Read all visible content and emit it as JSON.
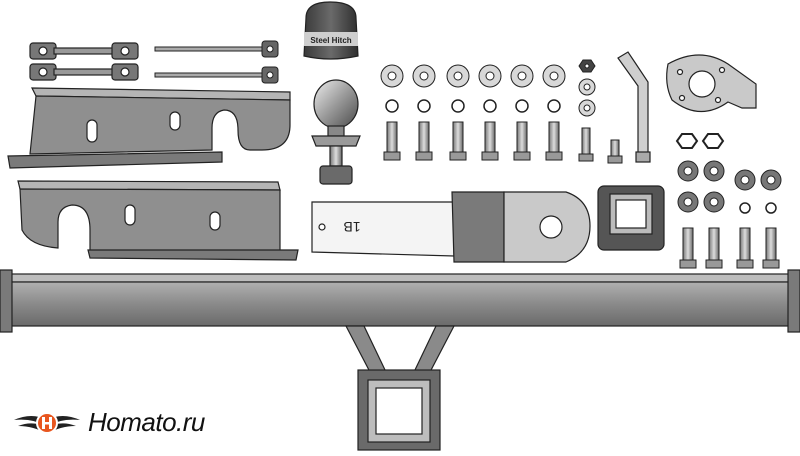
{
  "cap_label": "Steel Hitch",
  "shank_label": "1B",
  "logo": {
    "text": "Homato.ru",
    "brand_color": "#e8561f"
  },
  "colors": {
    "metal": "#8a8a8a",
    "metal_light": "#c8c8c8",
    "metal_dark": "#5a5a5a",
    "outline": "#222222"
  }
}
